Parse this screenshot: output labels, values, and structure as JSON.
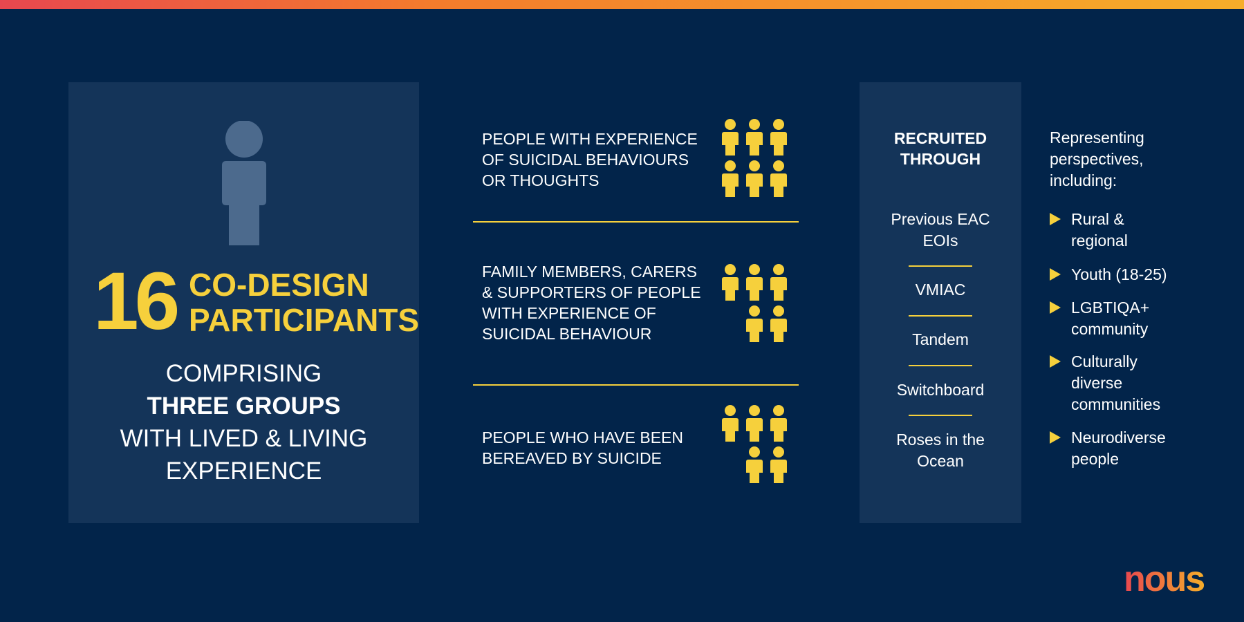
{
  "headline": {
    "number": "16",
    "label_line1": "CO-DESIGN",
    "label_line2": "PARTICIPANTS"
  },
  "comprising": {
    "line1": "COMPRISING",
    "line2": "THREE GROUPS",
    "line3": "WITH LIVED & LIVING",
    "line4": "EXPERIENCE"
  },
  "groups": [
    {
      "lines": [
        "PEOPLE WITH EXPERIENCE",
        "OF SUICIDAL BEHAVIOURS",
        "OR THOUGHTS"
      ],
      "participants": 6
    },
    {
      "lines": [
        "FAMILY MEMBERS, CARERS",
        "& SUPPORTERS OF PEOPLE",
        "WITH EXPERIENCE OF",
        "SUICIDAL BEHAVIOUR"
      ],
      "participants": 5
    },
    {
      "lines": [
        "PEOPLE WHO HAVE BEEN",
        "BEREAVED BY SUICIDE"
      ],
      "participants": 5
    }
  ],
  "recruited": {
    "title_line1": "RECRUITED",
    "title_line2": "THROUGH",
    "sources": [
      [
        "Previous EAC",
        "EOIs"
      ],
      [
        "VMIAC"
      ],
      [
        "Tandem"
      ],
      [
        "Switchboard"
      ],
      [
        "Roses in the",
        "Ocean"
      ]
    ]
  },
  "representing": {
    "intro": [
      "Representing",
      "perspectives,",
      "including:"
    ],
    "items": [
      [
        "Rural &",
        "regional"
      ],
      [
        "Youth (18-25)"
      ],
      [
        "LGBTIQA+",
        "community"
      ],
      [
        "Culturally",
        "diverse",
        "communities"
      ],
      [
        "Neurodiverse",
        "people"
      ]
    ]
  },
  "logo": {
    "text": "nous"
  },
  "colors": {
    "background": "#02244a",
    "panel": "#143459",
    "accent": "#f6d03c"
  }
}
